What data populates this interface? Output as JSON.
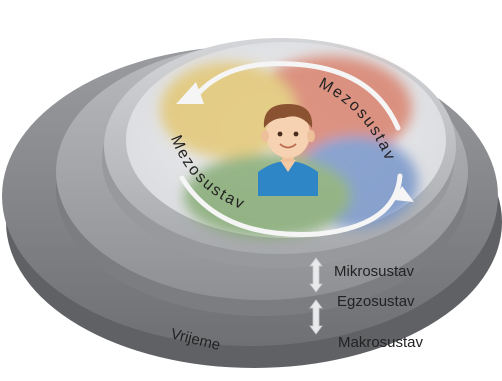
{
  "labels": {
    "time": "Vrijeme",
    "macrosystem": "Makrosustav",
    "exosystem": "Egzosustav",
    "microsystem": "Mikrosustav",
    "mesosystem_top": "Mezosustav",
    "mesosystem_bottom": "Mezosustav"
  },
  "icons": {
    "child": "child-avatar-icon",
    "arrows": "double-arrow-icon"
  },
  "colors": {
    "outer_disc": "#8c8e91",
    "middle_disc": "#a9abae",
    "inner_disc": "#c7c9cc",
    "plate": "#e2e3e6",
    "circle_red": "#d97a63",
    "circle_yellow": "#e3c56a",
    "circle_blue": "#6f90c8",
    "circle_green": "#7fa76c",
    "ring_arrow": "#f4f4f4",
    "text": "#222222"
  }
}
